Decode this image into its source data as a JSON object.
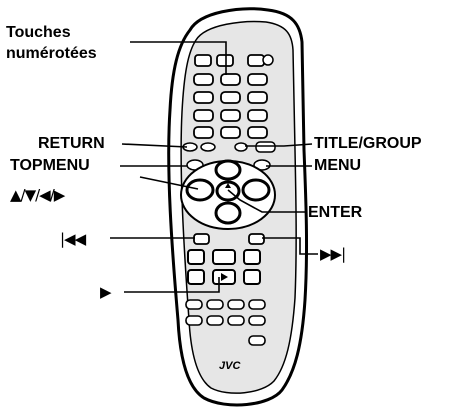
{
  "labels": {
    "numbered_keys_line1": "Touches",
    "numbered_keys_line2": "numérotées",
    "return": "RETURN",
    "topmenu": "TOPMENU",
    "title_group": "TITLE/GROUP",
    "menu": "MENU",
    "enter": "ENTER",
    "arrows": "▲/▼/◀/▶",
    "previous": "|◀◀",
    "next": "▶▶|",
    "play": "▶"
  },
  "brand": "JVC",
  "icons": [
    "remote-control-icon",
    "arrow-keys-icon",
    "previous-icon",
    "next-icon",
    "play-icon"
  ],
  "colors": {
    "ink": "#000000",
    "body": "#ffffff",
    "panel": "#e6e6e6"
  }
}
